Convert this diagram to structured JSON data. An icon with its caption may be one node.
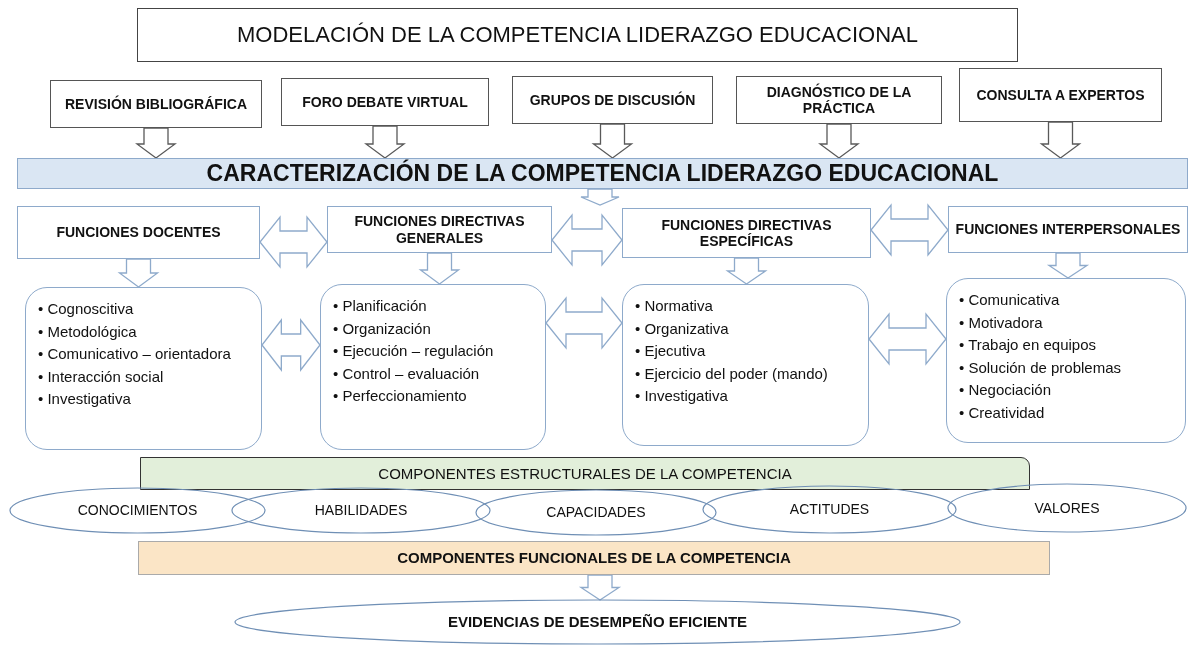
{
  "diagram": {
    "nodes": [
      {
        "text": [
          "MODELACIÓN DE LA COMPETENCIA LIDERAZGO EDUCACIONAL"
        ]
      },
      {
        "text": [
          "REVISIÓN BIBLIOGRÁFICA"
        ]
      },
      {
        "text": [
          "FORO DEBATE VIRTUAL"
        ]
      },
      {
        "text": [
          "GRUPOS DE DISCUSIÓN"
        ]
      },
      {
        "text": [
          "DIAGNÓSTICO DE LA PRÁCTICA"
        ]
      },
      {
        "text": [
          "CONSULTA A EXPERTOS"
        ]
      },
      {
        "text": [
          "CARACTERIZACIÓN DE LA COMPETENCIA LIDERAZGO EDUCACIONAL"
        ]
      },
      {
        "text": [
          "FUNCIONES DOCENTES"
        ]
      },
      {
        "text": [
          "FUNCIONES DIRECTIVAS GENERALES"
        ]
      },
      {
        "text": [
          "FUNCIONES DIRECTIVAS ESPECÍFICAS"
        ]
      },
      {
        "text": [
          "FUNCIONES INTERPERSONALES"
        ]
      },
      {
        "text": [
          "• Cognoscitiva",
          "• Metodológica",
          "• Comunicativo – orientadora",
          "• Interacción social",
          "• Investigativa"
        ]
      },
      {
        "text": [
          "• Planificación",
          "• Organización",
          "• Ejecución – regulación",
          "• Control – evaluación",
          "• Perfeccionamiento"
        ]
      },
      {
        "text": [
          "• Normativa",
          "• Organizativa",
          "• Ejecutiva",
          "• Ejercicio del poder (mando)",
          "• Investigativa"
        ]
      },
      {
        "text": [
          "• Comunicativa",
          "• Motivadora",
          "• Trabajo en equipos",
          "• Solución de problemas",
          "• Negociación",
          "• Creatividad"
        ]
      },
      {
        "text": [
          "COMPONENTES ESTRUCTURALES DE LA COMPETENCIA"
        ]
      },
      {
        "text": [
          "CONOCIMIENTOS"
        ]
      },
      {
        "text": [
          "HABILIDADES"
        ]
      },
      {
        "text": [
          "CAPACIDADES"
        ]
      },
      {
        "text": [
          "ACTITUDES"
        ]
      },
      {
        "text": [
          "VALORES"
        ]
      },
      {
        "text": [
          "COMPONENTES FUNCIONALES DE LA COMPETENCIA"
        ]
      },
      {
        "text": [
          "EVIDENCIAS DE DESEMPEÑO EFICIENTE"
        ]
      }
    ],
    "edges": [
      {
        "from": 1,
        "to": 6,
        "arrow": "to",
        "color": "#595959"
      },
      {
        "from": 2,
        "to": 6,
        "arrow": "to",
        "color": "#595959"
      },
      {
        "from": 3,
        "to": 6,
        "arrow": "to",
        "color": "#595959"
      },
      {
        "from": 4,
        "to": 6,
        "arrow": "to",
        "color": "#595959"
      },
      {
        "from": 5,
        "to": 6,
        "arrow": "to",
        "color": "#595959"
      },
      {
        "from": 6,
        "to": null,
        "arrow": "to"
      },
      {
        "from": 7,
        "to": 8,
        "arrow": "both"
      },
      {
        "from": 8,
        "to": 9,
        "arrow": "both"
      },
      {
        "from": 9,
        "to": 10,
        "arrow": "both"
      },
      {
        "from": 7,
        "to": 11,
        "arrow": "to"
      },
      {
        "from": 8,
        "to": 12,
        "arrow": "to"
      },
      {
        "from": 9,
        "to": 13,
        "arrow": "to"
      },
      {
        "from": 10,
        "to": 14,
        "arrow": "to"
      },
      {
        "from": 11,
        "to": 12,
        "arrow": "both"
      },
      {
        "from": 12,
        "to": 13,
        "arrow": "both"
      },
      {
        "from": 13,
        "to": 14,
        "arrow": "both"
      },
      {
        "from": 21,
        "to": 22,
        "arrow": "to"
      }
    ]
  }
}
